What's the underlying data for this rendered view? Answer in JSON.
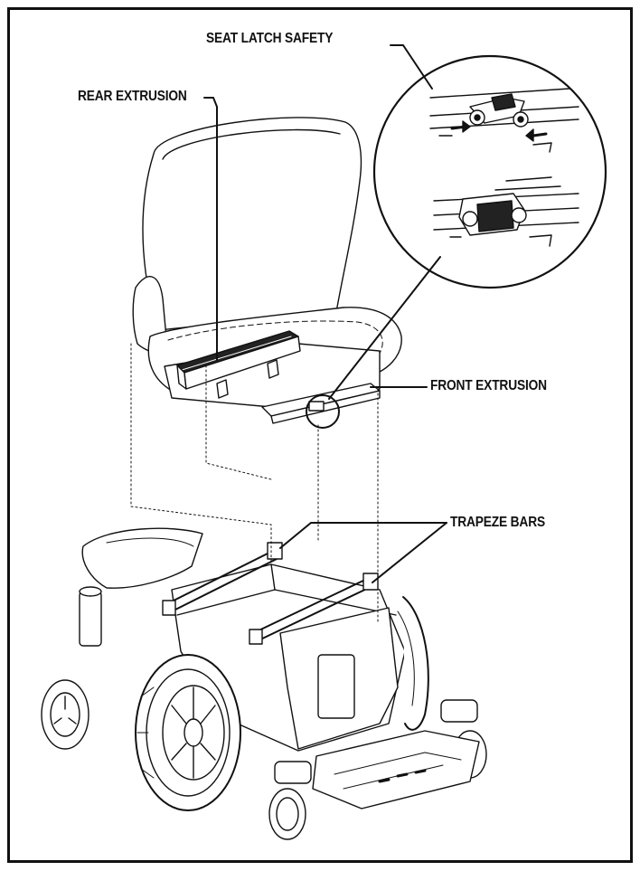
{
  "labels": {
    "seat_latch_safety": "SEAT LATCH SAFETY",
    "rear_extrusion": "REAR EXTRUSION",
    "front_extrusion": "FRONT  EXTRUSION",
    "trapeze_bars": "TRAPEZE BARS"
  },
  "colors": {
    "line": "#111111",
    "background": "#ffffff"
  }
}
